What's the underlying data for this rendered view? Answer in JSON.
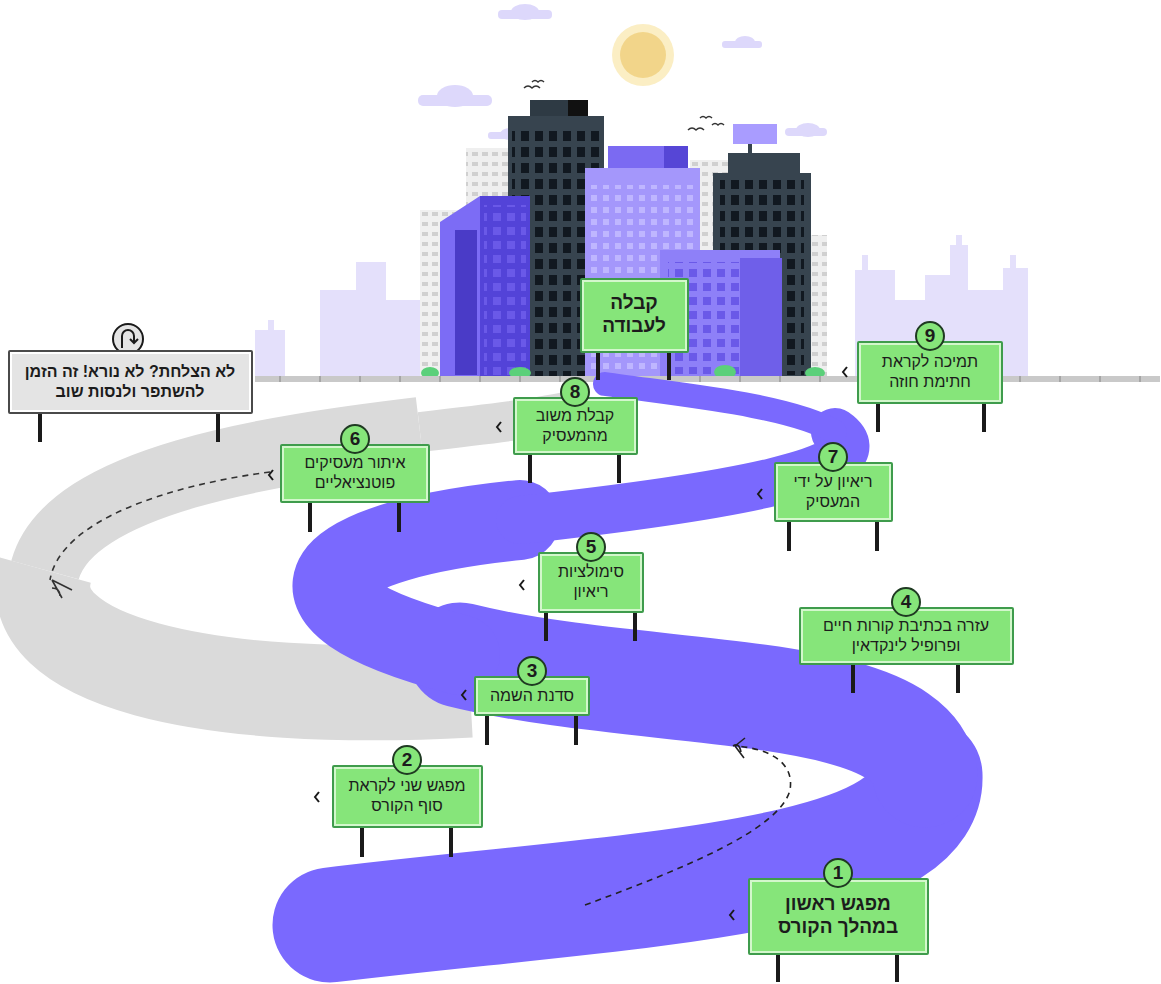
{
  "diagram": {
    "nodes": [
      {
        "text": [
          "1",
          "מפגש ראשון במהלך הקורס"
        ]
      },
      {
        "text": [
          "2",
          "מפגש שני לקראת סוף הקורס"
        ]
      },
      {
        "text": [
          "3",
          "סדנת השמה"
        ]
      },
      {
        "text": [
          "4",
          "עזרה בכתיבת קורות חיים ופרופיל לינקדאין"
        ]
      },
      {
        "text": [
          "5",
          "סימולציות ריאיון"
        ]
      },
      {
        "text": [
          "6",
          "איתור מעסיקים פוטנציאליים"
        ]
      },
      {
        "text": [
          "7",
          "ריאיון על ידי המעסיק"
        ]
      },
      {
        "text": [
          "8",
          "קבלת משוב מהמעסיק"
        ]
      },
      {
        "text": [
          "9",
          "תמיכה לקראת חתימת חוזה"
        ]
      },
      {
        "text": [
          "קבלה לעבודה"
        ]
      },
      {
        "text": [
          "לא הצלחת? לא נורא! זה הזמן להשתפר ולנסות שוב"
        ]
      }
    ]
  }
}
